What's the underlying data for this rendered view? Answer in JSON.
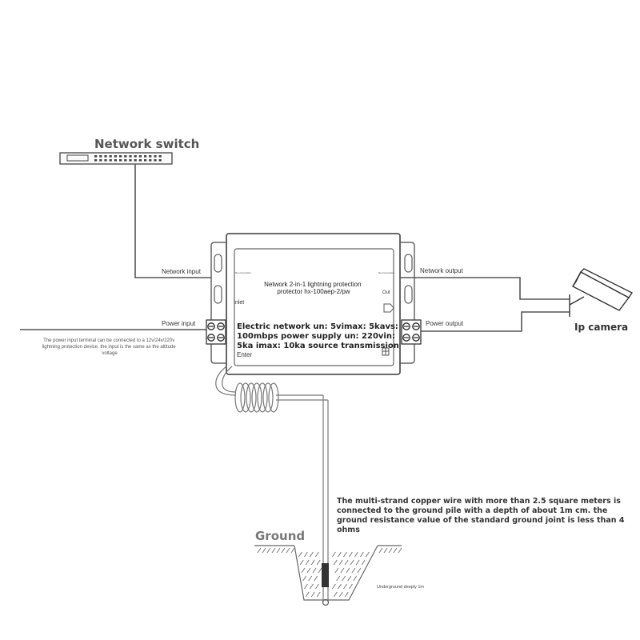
{
  "labels": {
    "network_switch": "Network switch",
    "ip_camera": "Ip camera",
    "ground": "Ground",
    "network_input": "Network input",
    "power_input": "Power input",
    "network_output": "Network output",
    "power_output": "Power output",
    "underground_depth": "Underground deeply 1m"
  },
  "device": {
    "title_line1": "Network 2-in-1 lightning protection",
    "title_line2": "protector hx-100aep-2/pw",
    "inlet": "Inlet",
    "out": "Out",
    "enter": "Enter",
    "tiny_left": "Net connection",
    "tiny_right": "Net connection",
    "specs": [
      "Electric network un: 5vimax: 5kavs:",
      "100mbps power supply un: 220vin:",
      "5ka imax: 10ka source transmission"
    ]
  },
  "notes": {
    "power_input_note": [
      "The power input terminal can be connected to a 12v/24v/220v",
      "lightning protection device. the input is the same as the altitude",
      "voltage"
    ],
    "ground_note": [
      "The multi-strand copper wire with more than 2.5 square meters is",
      "connected to the ground pile with a depth of about 1m cm. the",
      "ground resistance value of the standard ground joint is less than 4",
      "ohms"
    ]
  }
}
